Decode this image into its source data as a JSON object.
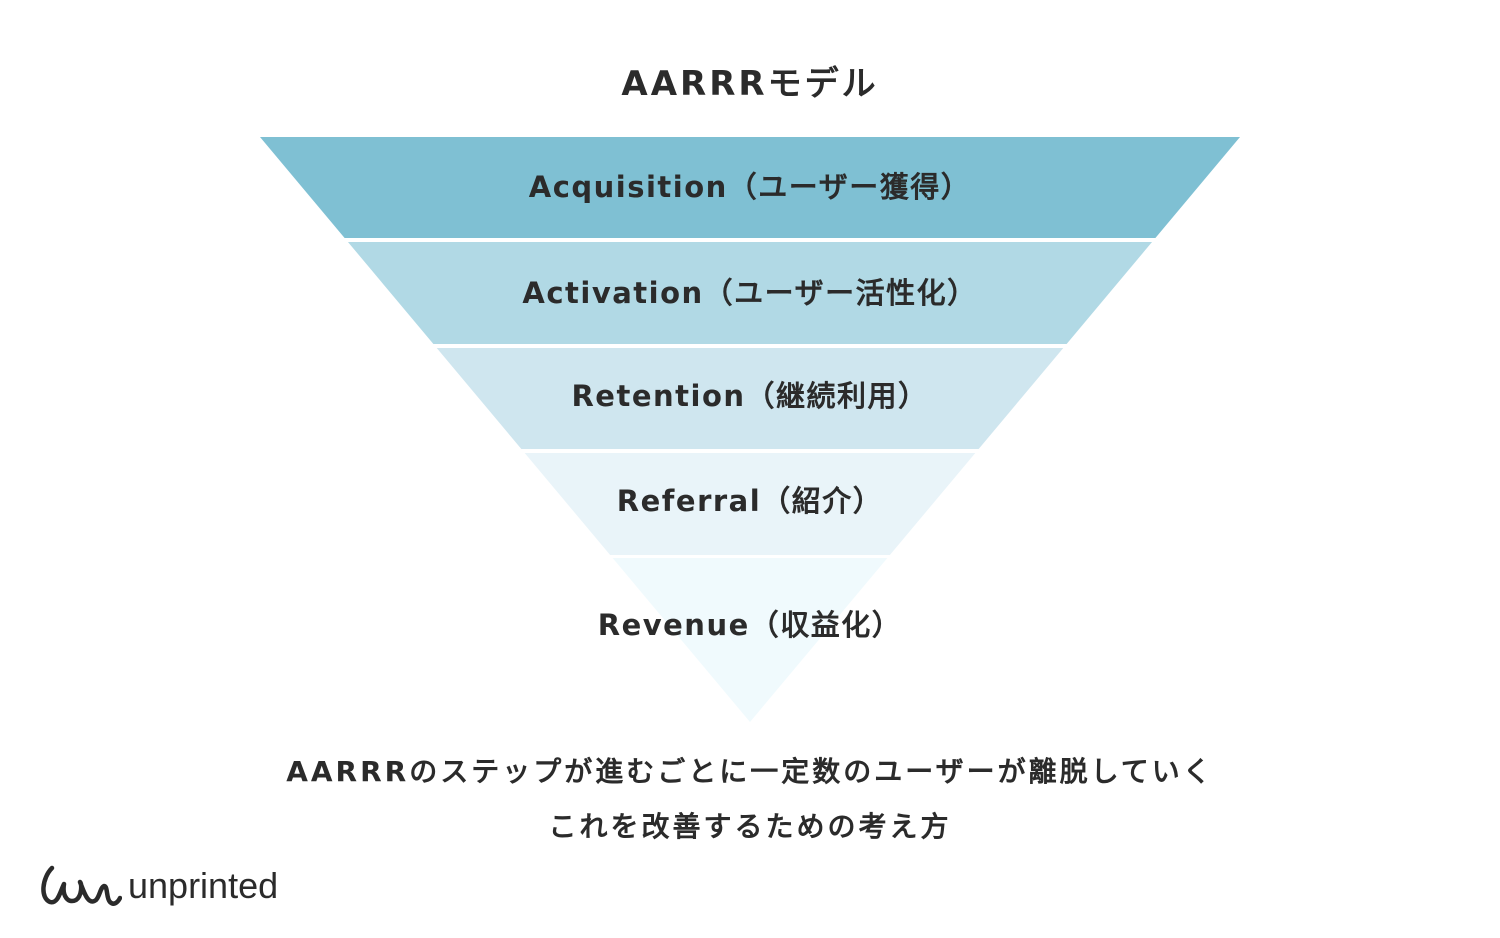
{
  "title": "AARRRモデル",
  "stages": [
    {
      "label": "Acquisition（ユーザー獲得）",
      "color": "#7fc0d3"
    },
    {
      "label": "Activation（ユーザー活性化）",
      "color": "#b1d9e5"
    },
    {
      "label": "Retention（継続利用）",
      "color": "#cfe6ef"
    },
    {
      "label": "Referral（紹介）",
      "color": "#e9f4f9"
    },
    {
      "label": "Revenue（収益化）",
      "color": "#f0fafd"
    }
  ],
  "caption": {
    "line1": "AARRRのステップが進むごとに一定数のユーザーが離脱していく",
    "line2": "これを改善するための考え方"
  },
  "logo": {
    "text": "unprinted"
  }
}
